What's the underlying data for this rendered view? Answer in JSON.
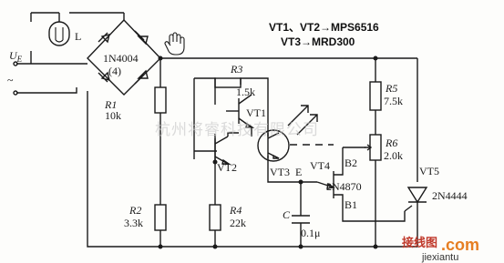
{
  "labels": {
    "ue_u": "U",
    "ue_sub": "E",
    "lamp": "L",
    "bridge_part": "1N4004",
    "bridge_count": "(4)",
    "r1_name": "R1",
    "r1_val": "10k",
    "spec1": "VT1、VT2→MPS6516",
    "spec2": "VT3→MRD300",
    "r3_name": "R3",
    "r3_val": "1.5k",
    "vt1": "VT1",
    "vt2": "VT2",
    "vt3": "VT3",
    "vt3_e": "E",
    "vt4": "VT4",
    "b2": "B2",
    "ujt_part": "2N4870",
    "b1": "B1",
    "r5_name": "R5",
    "r5_val": "7.5k",
    "r6_name": "R6",
    "r6_val": "2.0k",
    "vt5": "VT5",
    "scr_part": "2N4444",
    "r2_name": "R2",
    "r2_val": "3.3k",
    "r4_name": "R4",
    "r4_val": "22k",
    "c_name": "C",
    "c_val": "0.1μ",
    "tilde": "~"
  },
  "watermark": "杭州将睿科技有限公司",
  "logo": {
    "cn": "接线图",
    "dot": ".com",
    "sub": "jiexiantu"
  }
}
